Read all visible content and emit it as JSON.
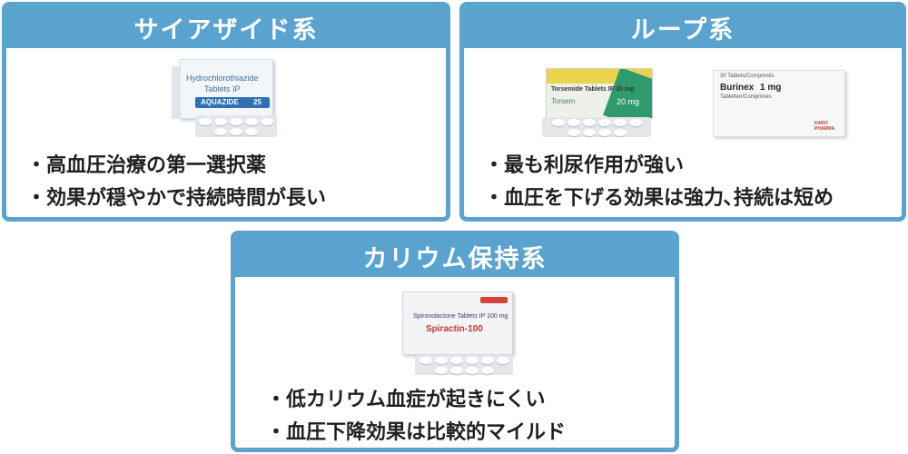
{
  "cards": [
    {
      "title": "サイアザイド系",
      "bullets": [
        "・高血圧治療の第一選択薬",
        "・効果が穏やかで持続時間が長い"
      ],
      "images": [
        {
          "brand": "AQUAZIDE",
          "brand_strength": "25",
          "name": "Hydrochlorothiazide",
          "sub": "Tablets IP"
        }
      ]
    },
    {
      "title": "ループ系",
      "bullets": [
        "・最も利尿作用が強い",
        "・血圧を下げる効果は強力､持続は短め"
      ],
      "images": [
        {
          "name": "Torsemide Tablets IP 20 mg",
          "brand": "Torsem",
          "strength": "20 mg"
        },
        {
          "top": "30 Tablets/Comprimés",
          "name": "Burinex",
          "strength": "1 mg",
          "sub": "Tabletten/Comprimés",
          "maker": "KARO PHARMA"
        }
      ]
    },
    {
      "title": "カリウム保持系",
      "bullets": [
        "・低カリウム血症が起きにくい",
        "・血圧下降効果は比較的マイルド"
      ],
      "images": [
        {
          "name": "Spironolactone Tablets IP 100 mg",
          "brand": "Spiractin-100"
        }
      ]
    }
  ],
  "colors": {
    "accent": "#5aa3cf",
    "text": "#1f1f1f"
  }
}
